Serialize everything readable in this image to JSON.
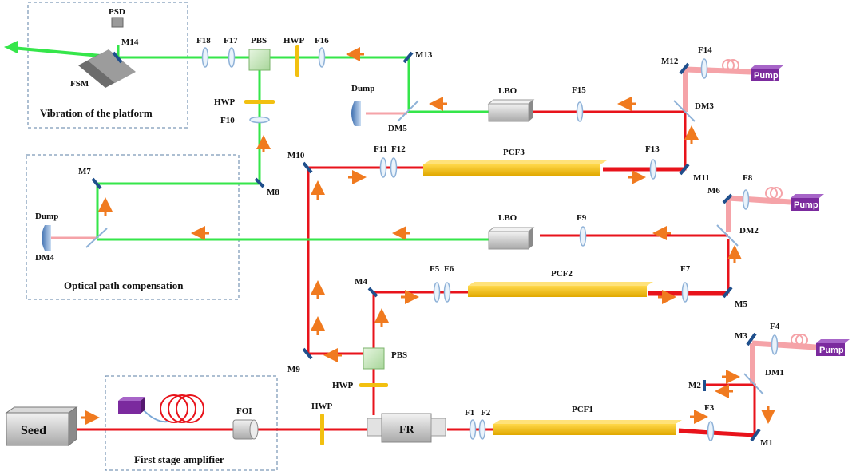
{
  "boxes": {
    "vibration": "Vibration of the platform",
    "compensation": "Optical path compensation",
    "amplifier": "First stage amplifier"
  },
  "components": {
    "seed": "Seed",
    "foi": "FOI",
    "fr": "FR",
    "pcf1": "PCF1",
    "pcf2": "PCF2",
    "pcf3": "PCF3",
    "lbo1": "LBO",
    "lbo2": "LBO",
    "psd": "PSD",
    "fsm": "FSM",
    "pbs_top": "PBS",
    "pbs_bottom": "PBS",
    "hwp_top": "HWP",
    "hwp_mid": "HWP",
    "hwp_pbs": "HWP",
    "hwp_bottom": "HWP",
    "dump1": "Dump",
    "dump2": "Dump",
    "pump1": "Pump",
    "pump2": "Pump",
    "pump3": "Pump"
  },
  "mirrors": {
    "m1": "M1",
    "m2": "M2",
    "m3": "M3",
    "m4": "M4",
    "m5": "M5",
    "m6": "M6",
    "m7": "M7",
    "m8": "M8",
    "m9": "M9",
    "m10": "M10",
    "m11": "M11",
    "m12": "M12",
    "m13": "M13",
    "m14": "M14",
    "dm1": "DM1",
    "dm2": "DM2",
    "dm3": "DM3",
    "dm4": "DM4",
    "dm5": "DM5"
  },
  "lenses": {
    "f1": "F1",
    "f2": "F2",
    "f3": "F3",
    "f4": "F4",
    "f5": "F5",
    "f6": "F6",
    "f7": "F7",
    "f8": "F8",
    "f9": "F9",
    "f10": "F10",
    "f11": "F11",
    "f12": "F12",
    "f13": "F13",
    "f14": "F14",
    "f15": "F15",
    "f16": "F16",
    "f17": "F17",
    "f18": "F18"
  },
  "colors": {
    "red_beam": "#e8131b",
    "green_beam": "#35e64a",
    "pump_beam": "#f5a3a8",
    "pcf": "#f2c010",
    "pump_box": "#7b2a9e",
    "arrow": "#f07a1f",
    "mirror": "#1f4f8c",
    "box_border": "#5b7fa6"
  }
}
